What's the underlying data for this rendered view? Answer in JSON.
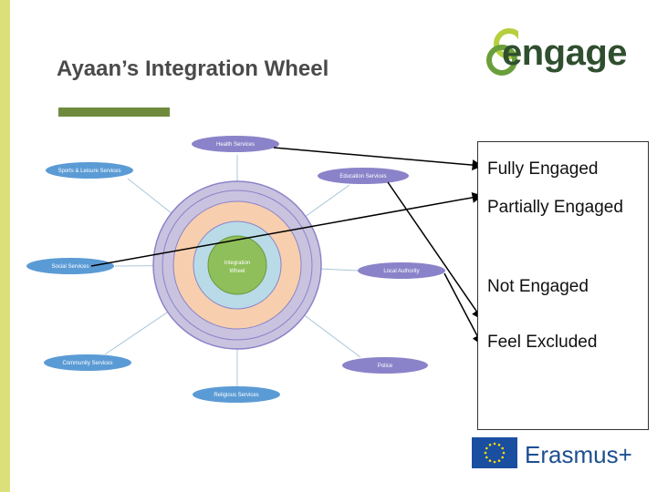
{
  "title": "Ayaan’s Integration Wheel",
  "logo": {
    "text": "engage"
  },
  "wheel": {
    "center_label_line1": "Integration",
    "center_label_line2": "Wheel",
    "services": {
      "health": "Health Services",
      "sports": "Sports & Leisure Services",
      "education": "Education Services",
      "social": "Social Services",
      "local": "Local Authority",
      "community": "Community Services",
      "police": "Police",
      "religious": "Religious Services"
    }
  },
  "legend": {
    "fully": "Fully Engaged",
    "partially": "Partially Engaged",
    "not": "Not Engaged",
    "excluded": "Feel Excluded"
  },
  "footer": {
    "erasmus": "Erasmus+"
  },
  "colors": {
    "accent_bar": "#dbe07a",
    "title_underline": "#6e8b3d",
    "ring_outer": "#c9c3e0",
    "ring_orange": "#f7cfae",
    "ring_blue": "#b9dbe8",
    "center": "#8fbf5a",
    "pill_purple": "#8b83c9",
    "pill_blue": "#5b9bd5"
  }
}
